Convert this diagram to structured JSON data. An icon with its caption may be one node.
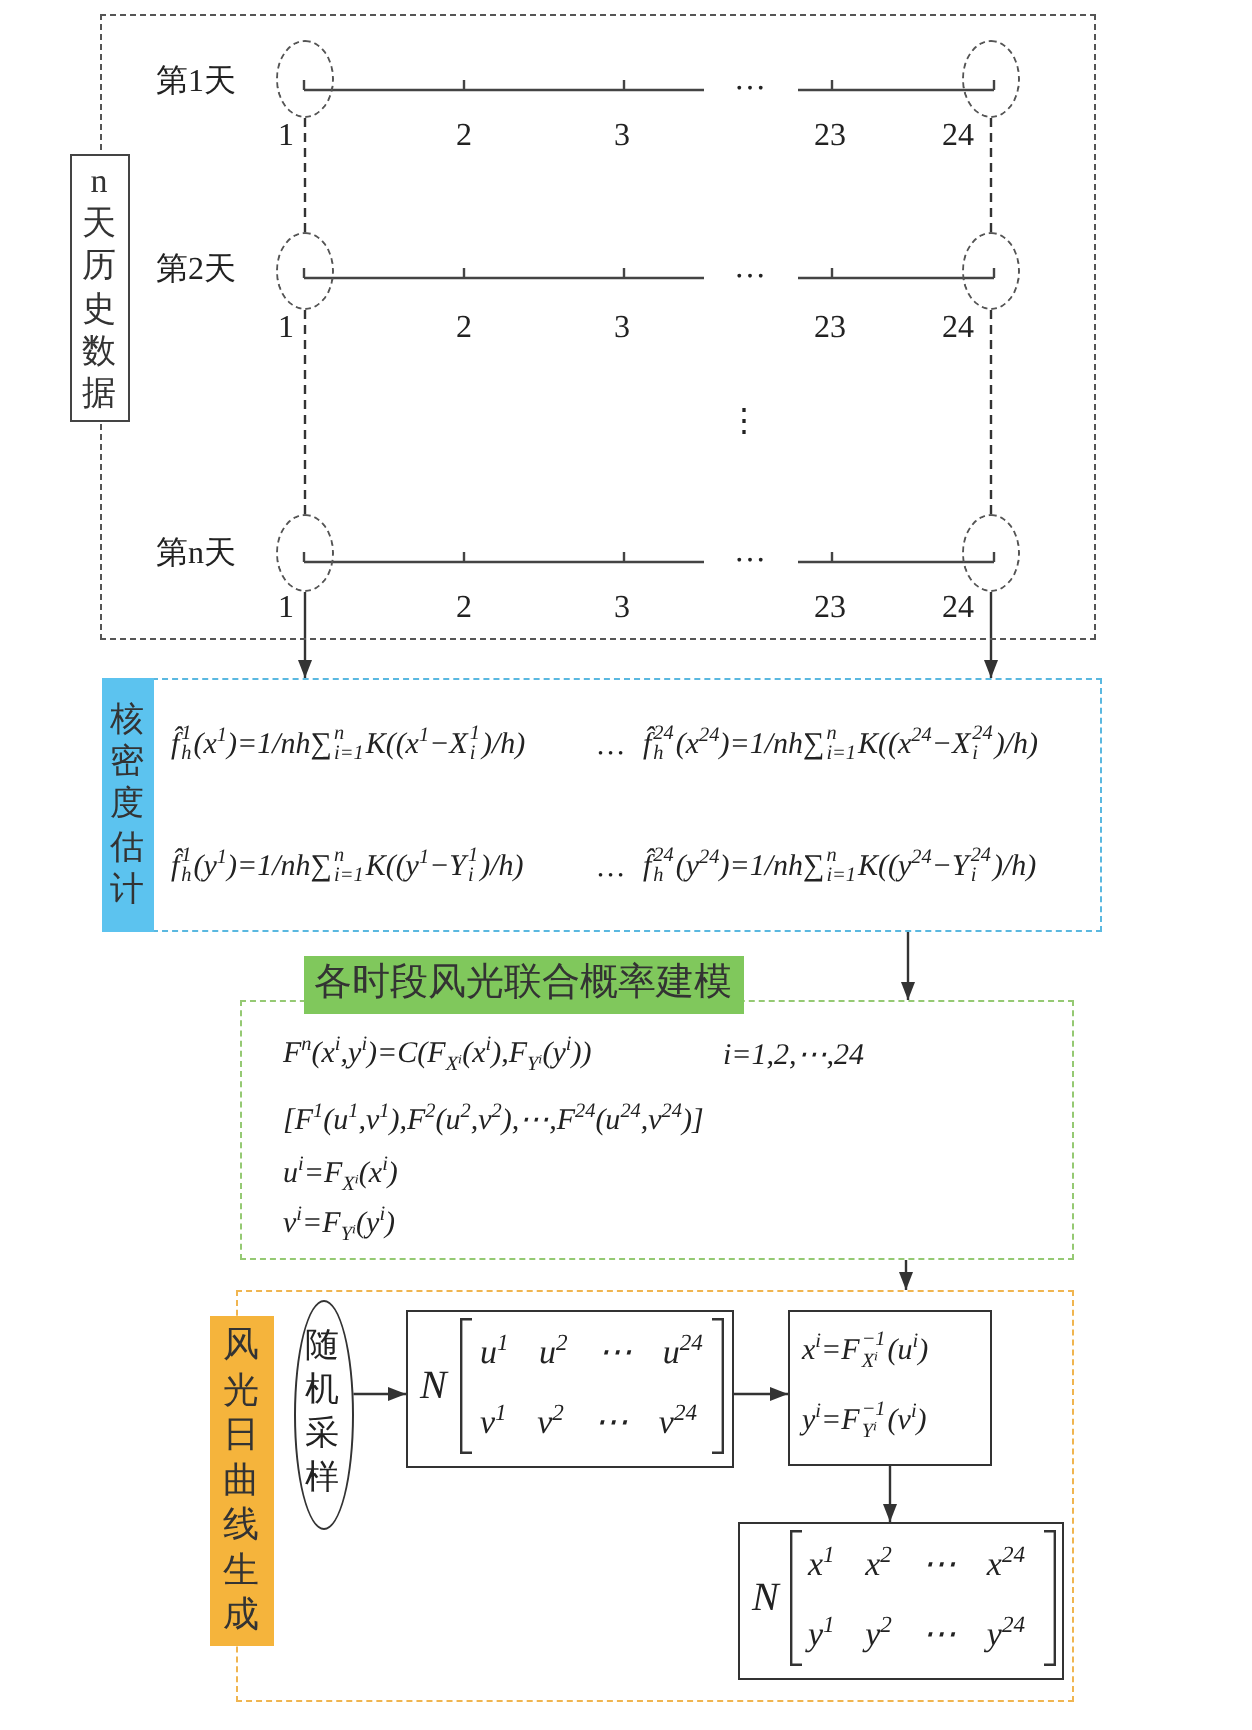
{
  "diagram": {
    "nodes": [
      {
        "text": [
          "n天历史数据"
        ]
      },
      {
        "text": [],
        "shape": "ellipse",
        "in": 0
      },
      {
        "text": [],
        "shape": "ellipse",
        "in": 0
      },
      {
        "text": [],
        "shape": "ellipse",
        "in": 0
      },
      {
        "text": [],
        "shape": "ellipse",
        "in": 0
      },
      {
        "text": [],
        "shape": "ellipse",
        "in": 0
      },
      {
        "text": [],
        "shape": "ellipse",
        "in": 0
      },
      {
        "text": [
          "核密度估计",
          "f̂$_{h}$$^{1}$(x$^{1}$)=1/nh∑$_{i=1}$$^{n}$K((x$^{1}$−X$_{i}$$^{1}$)/h)",
          "…",
          "f̂$_{h}$$^{24}$(x$^{24}$)=1/nh∑$_{i=1}$$^{n}$K((x$^{24}$−X$_{i}$$^{24}$)/h)",
          "f̂$_{h}$$^{1}$(y$^{1}$)=1/nh∑$_{i=1}$$^{n}$K((y$^{1}$−Y$_{i}$$^{1}$)/h)",
          "…",
          "f̂$_{h}$$^{24}$(y$^{24}$)=1/nh∑$_{i=1}$$^{n}$K((y$^{24}$−Y$_{i}$$^{24}$)/h)"
        ]
      },
      {
        "text": [
          "各时段风光联合概率建模",
          "F$^{n}$(x$^{i}$,y$^{i}$)=C(F$_{Xⁱ}$(x$^{i}$),F$_{Yⁱ}$(y$^{i}$))",
          "i=1,2,⋯,24",
          "[F$^{1}$(u$^{1}$,v$^{1}$),F$^{2}$(u$^{2}$,v$^{2}$),⋯,F$^{24}$(u$^{24}$,v$^{24}$)]",
          "u$^{i}$=F$_{Xⁱ}$(x$^{i}$)",
          "v$^{i}$=F$_{Yⁱ}$(y$^{i}$)"
        ]
      },
      {
        "text": [
          "风光日曲线生成"
        ]
      },
      {
        "text": [
          "随机采样"
        ],
        "in": 9
      },
      {
        "text": [
          "N",
          "u$^{1}$ u$^{2}$ ⋯ u$^{24}$",
          "v$^{1}$ v$^{2}$ ⋯ v$^{24}$"
        ],
        "in": 9
      },
      {
        "text": [
          "x$^{i}$=F$_{Xⁱ}$$^{−1}$(u$^{i}$)",
          "y$^{i}$=F$_{Yⁱ}$$^{−1}$(v$^{i}$)"
        ],
        "in": 9
      },
      {
        "text": [
          "N",
          "x$^{1}$ x$^{2}$ ⋯ x$^{24}$",
          "y$^{1}$ y$^{2}$ ⋯ y$^{24}$"
        ],
        "in": 9
      }
    ],
    "edges": [
      {
        "from": 1,
        "to": 3,
        "arrow": "none",
        "style": "dashed"
      },
      {
        "from": 2,
        "to": 4,
        "arrow": "none",
        "style": "dashed"
      },
      {
        "from": 3,
        "to": 5,
        "arrow": "none",
        "style": "dashed"
      },
      {
        "from": 4,
        "to": 6,
        "arrow": "none",
        "style": "dashed"
      },
      {
        "from": 5,
        "to": 7,
        "arrow": "to"
      },
      {
        "from": 6,
        "to": 7,
        "arrow": "to"
      },
      {
        "from": 7,
        "to": 8,
        "arrow": "to"
      },
      {
        "from": 8,
        "to": 9,
        "arrow": "to"
      },
      {
        "from": 10,
        "to": 11,
        "arrow": "to"
      },
      {
        "from": 11,
        "to": 12,
        "arrow": "to"
      },
      {
        "from": 12,
        "to": 13,
        "arrow": "to"
      }
    ],
    "labels": [
      "第1天",
      "…",
      "1",
      "2",
      "3",
      "23",
      "24",
      "第2天",
      "…",
      "1",
      "2",
      "3",
      "23",
      "24",
      "⋮",
      "第n天",
      "…",
      "1",
      "2",
      "3",
      "23",
      "24"
    ]
  }
}
